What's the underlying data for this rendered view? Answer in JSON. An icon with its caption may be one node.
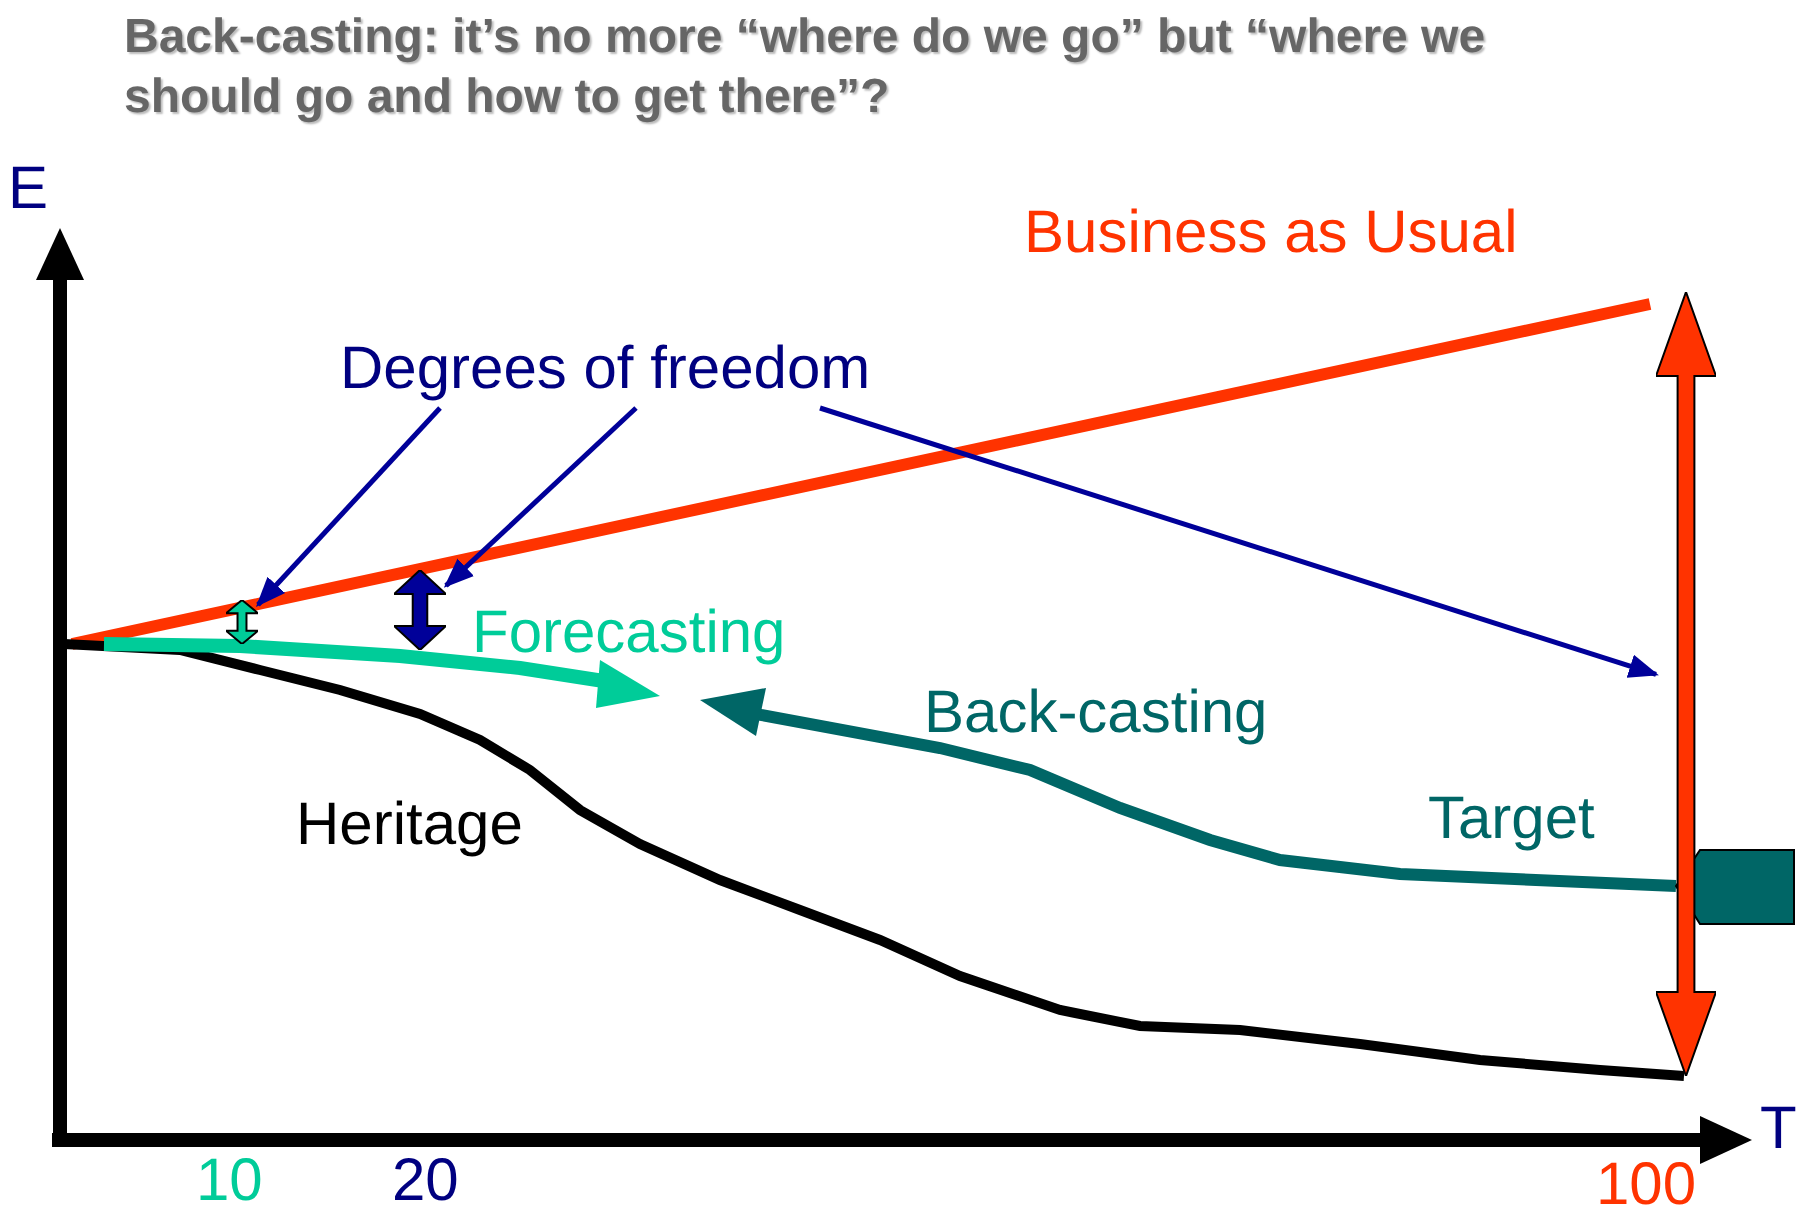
{
  "diagram": {
    "title": "Back-casting: it’s no more “where do we go” but “where we should go and how to get there”?",
    "nodes": [
      {
        "text": [
          "Degrees of freedom"
        ]
      },
      {
        "text": [],
        "shape": "arrow"
      },
      {
        "text": [],
        "shape": "arrow"
      },
      {
        "text": [],
        "shape": "arrow"
      }
    ],
    "edges": [
      {
        "from": 0,
        "to": 1,
        "arrow": "to",
        "color": "#000099"
      },
      {
        "from": 0,
        "to": 2,
        "arrow": "to",
        "color": "#000099"
      },
      {
        "from": 0,
        "to": 3,
        "arrow": "to",
        "color": "#000099"
      }
    ],
    "labels": [
      "E",
      "Business as Usual",
      "Forecasting",
      "Back-casting",
      "Heritage",
      "Target",
      "10",
      "20",
      "100",
      "T"
    ]
  }
}
